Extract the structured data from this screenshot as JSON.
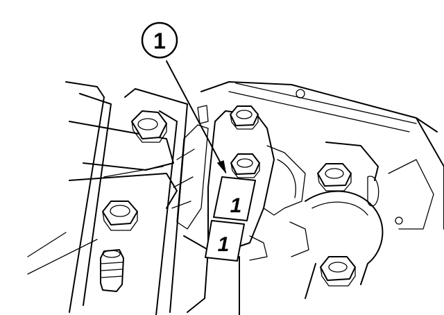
{
  "callout": {
    "number": "1"
  },
  "cap_marks": {
    "upper": "1",
    "lower": "1"
  }
}
